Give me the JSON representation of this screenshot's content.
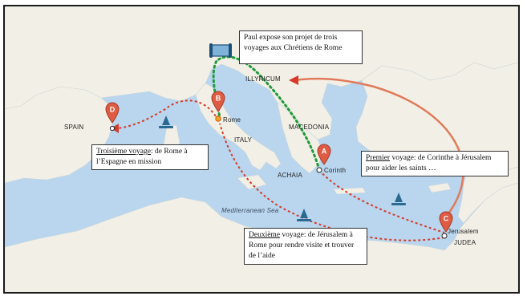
{
  "map": {
    "colors": {
      "sea": "#b9d6ee",
      "land": "#f2f0e6",
      "route_red": "#d63a2a",
      "route_green": "#1f9a3a",
      "route_arrow": "#e07a5a",
      "marker": "#e05b43"
    },
    "places": {
      "illyricum": "ILLYRICUM",
      "macedonia": "MACEDONIA",
      "italy": "ITALY",
      "rome": "Rome",
      "spain": "SPAIN",
      "achaia": "ACHAIA",
      "corinth": "Corinth",
      "jerusalem": "Jerusalem",
      "judea": "JUDEA",
      "mediterranean": "Mediterranean Sea"
    },
    "markers": {
      "a": "A",
      "b": "B",
      "c": "C",
      "d": "D"
    },
    "icons": [
      "scroll-icon",
      "boat-icon"
    ]
  },
  "callouts": {
    "rome_project": "Paul expose son projet de trois voyages aux Chrétiens de Rome",
    "third": {
      "title": "Troisième voyage",
      "text": ": de Rome à l’Espagne en mission"
    },
    "first": {
      "title": "Premier",
      "text": " voyage: de Corinthe à Jérusalem pour aider les saints …"
    },
    "second": {
      "title": "Deuxième",
      "text": " voyage: de Jérusalem à Rome pour rendre visite et trouver de l’aide"
    }
  }
}
